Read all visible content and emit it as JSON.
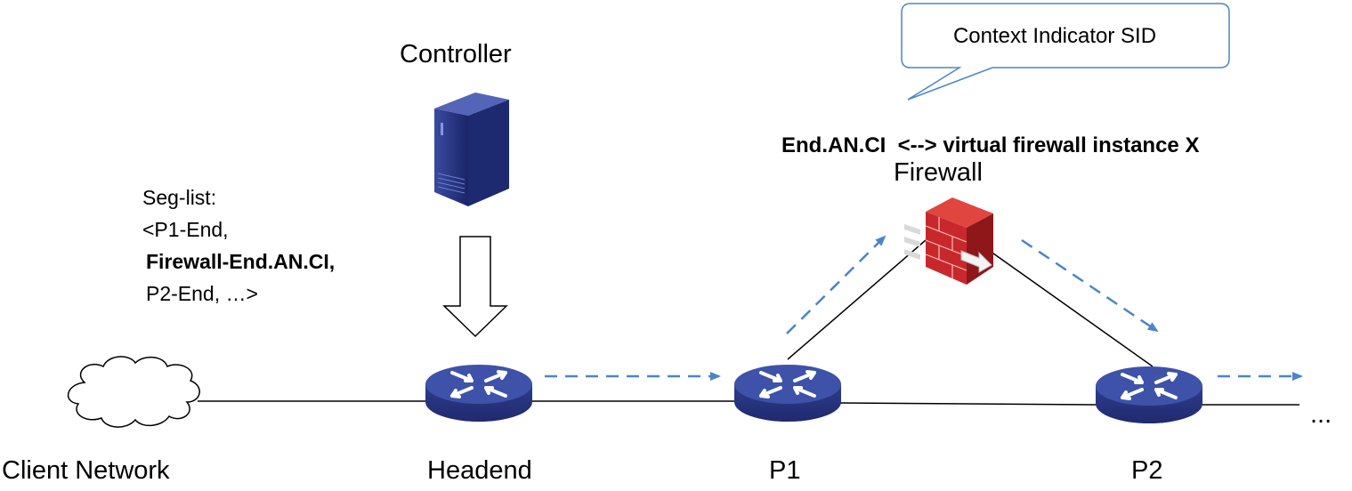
{
  "nodes": {
    "controller": "Controller",
    "firewall": "Firewall",
    "client_network": "Client Network",
    "headend": "Headend",
    "p1": "P1",
    "p2": "P2"
  },
  "seg_list": {
    "title": "Seg-list:",
    "line1": "<P1-End,",
    "line2": "Firewall-End.AN.CI,",
    "line3": "P2-End, …>"
  },
  "callout": "Context Indicator SID",
  "mapping": "End.AN.CI  <--> virtual firewall instance X",
  "ellipsis": "...",
  "colors": {
    "router": "#2f3e8f",
    "router_top": "#3a4fa8",
    "dashed_arrow": "#4a86c8",
    "callout_border": "#4a86c8",
    "firewall": "#c0282d",
    "server": "#2c3b8c"
  },
  "icons": [
    "cloud-icon",
    "server-icon",
    "router-icon",
    "firewall-icon"
  ]
}
